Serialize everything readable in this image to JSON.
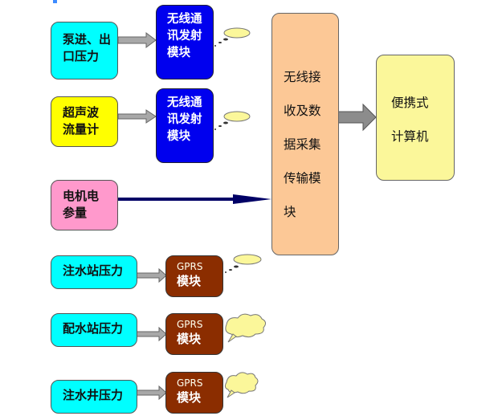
{
  "sources": [
    {
      "lines": [
        "泵进、出",
        "口压力"
      ],
      "color": "#00ffff"
    },
    {
      "lines": [
        "超声波",
        "流量计"
      ],
      "color": "#ffff00"
    },
    {
      "lines": [
        "电机电",
        "参量"
      ],
      "color": "#ff99cc"
    },
    {
      "lines": [
        "注水站压力"
      ],
      "color": "#00ffff"
    },
    {
      "lines": [
        "配水站压力"
      ],
      "color": "#00ffff"
    },
    {
      "lines": [
        "注水井压力"
      ],
      "color": "#00ffff"
    }
  ],
  "wireless_modules": [
    {
      "lines": [
        "无线通",
        "讯发射",
        "模块"
      ]
    },
    {
      "lines": [
        "无线通",
        "讯发射",
        "模块"
      ]
    }
  ],
  "gprs_modules": [
    {
      "title": "GPRS",
      "label": "模块"
    },
    {
      "title": "GPRS",
      "label": "模块"
    },
    {
      "title": "GPRS",
      "label": "模块"
    }
  ],
  "receiver": {
    "lines": [
      "无线接",
      "收及数",
      "据采集",
      "传输模",
      "块"
    ]
  },
  "computer": {
    "lines": [
      "便携式",
      "计算机"
    ]
  },
  "colors": {
    "wireless": "#0000ee",
    "gprs": "#8b2d00",
    "receiver": "#fcc896",
    "computer": "#fbf79a",
    "cable": "#000066",
    "arrow": "#999999",
    "cloud": "#fbf79a"
  }
}
